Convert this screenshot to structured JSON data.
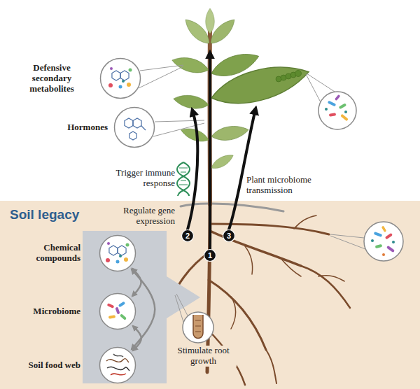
{
  "diagram": {
    "nodes": [
      {
        "text": [
          "Defensive secondary metabolites"
        ]
      },
      {
        "text": [
          "Hormones"
        ]
      },
      {
        "text": [
          "Soil legacy"
        ]
      },
      {
        "text": [
          "Chemical compounds"
        ],
        "in": 2
      },
      {
        "text": [
          "Microbiome"
        ],
        "in": 2
      },
      {
        "text": [
          "Soil food web"
        ],
        "in": 2
      },
      {
        "text": [
          "1"
        ]
      },
      {
        "text": [
          "2"
        ]
      },
      {
        "text": [
          "3"
        ]
      }
    ],
    "edges": [
      {
        "from": 3,
        "to": 4,
        "arrow": "both"
      },
      {
        "from": 4,
        "to": 5,
        "arrow": "both"
      },
      {
        "from": 3,
        "to": 5,
        "arrow": "both"
      }
    ],
    "labels": [
      "Trigger immune response",
      "Regulate gene expression",
      "Plant microbiome transmission",
      "Stimulate root growth"
    ]
  }
}
